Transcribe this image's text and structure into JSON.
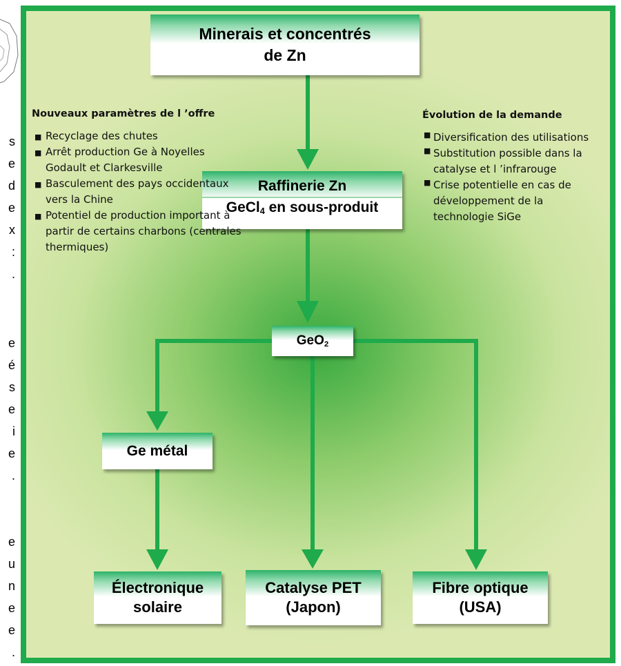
{
  "page_edge": {
    "characters": [
      "s",
      "e",
      "d",
      "e",
      "x",
      ":",
      ".",
      "e",
      "é",
      "s",
      "e",
      "i",
      "e",
      ".",
      "e",
      "u",
      "n",
      "e",
      "e",
      "."
    ]
  },
  "diagram": {
    "source": {
      "line1": "Minerais et concentrés",
      "line2": "de Zn"
    },
    "refinery": {
      "title": "Raffinerie Zn",
      "product_prefix": "GeCl",
      "product_sub": "4",
      "product_suffix": " en sous-produit"
    },
    "oxide": {
      "prefix": "GeO",
      "sub": "2"
    },
    "metal": {
      "label": "Ge métal"
    },
    "outputs": [
      {
        "line1": "Électronique",
        "line2": "solaire"
      },
      {
        "line1": "Catalyse PET",
        "line2": "(Japon)"
      },
      {
        "line1": "Fibre optique",
        "line2": "(USA)"
      }
    ]
  },
  "supply_notes": {
    "heading": "Nouveaux paramètres de l ’offre",
    "items": [
      "Recyclage des chutes",
      "Arrêt production Ge à Noyelles Godault et Clarkesville",
      "Basculement des pays occidentaux vers la Chine",
      "Potentiel de production important à partir de certains charbons (centrales thermiques)"
    ]
  },
  "demand_notes": {
    "heading": "Évolution de la demande",
    "items": [
      "Diversification des utilisations",
      "Substitution possible dans la catalyse et l ’infrarouge",
      "Crise potentielle en cas de développement de la technologie SiGe"
    ]
  },
  "colors": {
    "frame": "#1faa4b",
    "arrow": "#1faa4b",
    "box_top": "#2db36a"
  }
}
